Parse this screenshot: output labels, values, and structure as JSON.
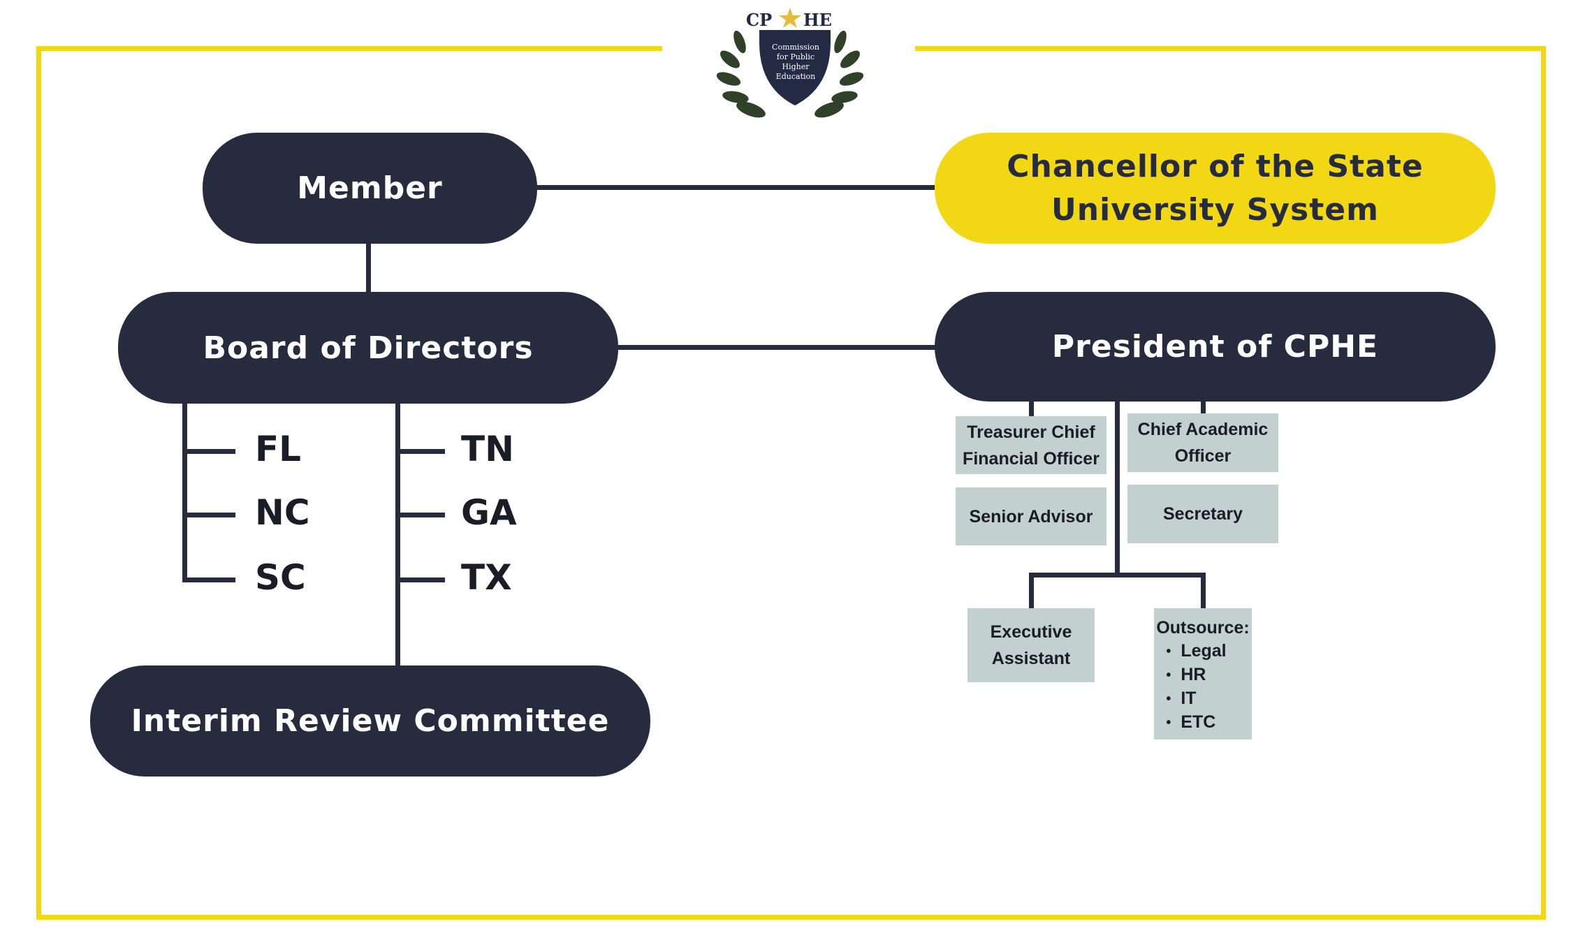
{
  "logo": {
    "top_left": "CP",
    "top_right": "HE",
    "shield_text": "Commission for Public Higher Education"
  },
  "nodes": {
    "member": "Member",
    "chancellor_line1": "Chancellor of the State",
    "chancellor_line2": "University System",
    "board": "Board of Directors",
    "president": "President of CPHE",
    "interim": "Interim Review Committee"
  },
  "states": {
    "left": [
      "FL",
      "NC",
      "SC"
    ],
    "right": [
      "TN",
      "GA",
      "TX"
    ]
  },
  "staff": {
    "treasurer_line1": "Treasurer Chief",
    "treasurer_line2": "Financial Officer",
    "academic_line1": "Chief Academic",
    "academic_line2": "Officer",
    "senior_advisor": "Senior Advisor",
    "secretary": "Secretary",
    "executive_line1": "Executive",
    "executive_line2": "Assistant",
    "outsource_title": "Outsource:",
    "outsource_items": [
      "Legal",
      "HR",
      "IT",
      "ETC"
    ]
  },
  "colors": {
    "navy": "#262b3d",
    "yellow": "#f2d814",
    "box": "#c2d1d0",
    "laurel": "#2f4128"
  }
}
